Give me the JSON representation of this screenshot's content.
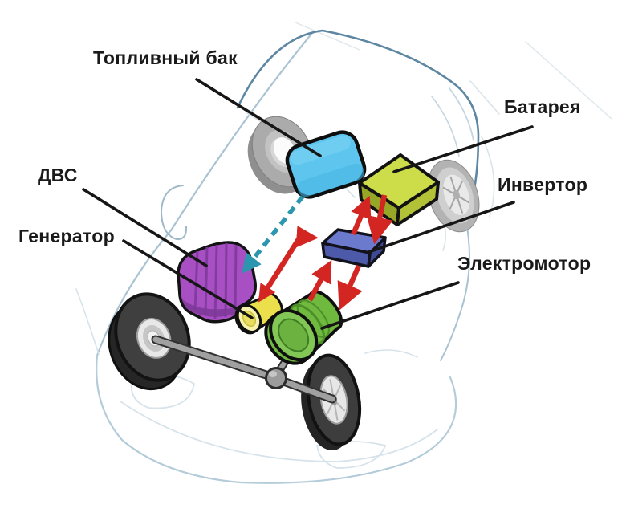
{
  "title": "Hybrid car powertrain diagram",
  "labels": {
    "fuel_tank": "Топливный бак",
    "engine": "ДВС",
    "generator": "Генератор",
    "battery": "Батарея",
    "inverter": "Инвертор",
    "motor": "Электромотор"
  },
  "connections": [
    {
      "from": "Топливный бак",
      "to": "ДВС",
      "style": "dashed-arrow",
      "color": "teal"
    },
    {
      "from": "Генератор",
      "to": "Инвертор",
      "style": "double-arrow",
      "color": "red"
    },
    {
      "from": "Батарея",
      "to": "Инвертор",
      "style": "two-opposite-arrows",
      "color": "red"
    },
    {
      "from": "Инвертор",
      "to": "Электромотор",
      "style": "two-opposite-arrows",
      "color": "red"
    }
  ],
  "colors": {
    "fuel_tank": "#5ec5ee",
    "fuel_tank_shade": "#48b5e2",
    "battery_top": "#cddd49",
    "battery_front": "#96a626",
    "battery_side": "#b3c136",
    "inverter_top": "#6c7ace",
    "inverter_front": "#4d59a9",
    "inverter_side": "#3f4a92",
    "motor_body": "#6fb93f",
    "motor_face": "#82c756",
    "generator_body": "#ebe04c",
    "generator_face": "#f7f3ad",
    "engine": "#a94fc4",
    "engine_shade": "#7c3898",
    "arrow_red": "#d32522",
    "arrow_teal": "#2b96ad",
    "leader": "#161616",
    "text": "#1a1a1a",
    "tire_dark": "#3f3f3f",
    "wheel_gray": "#ababab",
    "axle_gray": "#a0a0a0",
    "sketch_light": "#b4cbd9",
    "sketch_dark": "#5d86a3"
  }
}
